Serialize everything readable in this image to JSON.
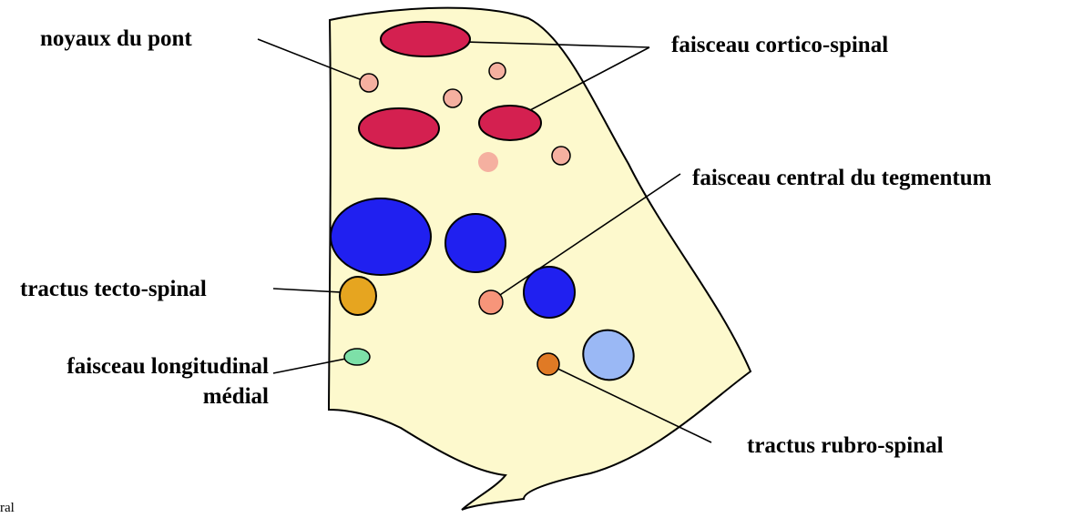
{
  "labels": {
    "noyaux_du_pont": "noyaux du pont",
    "faisceau_cortico_spinal": "faisceau cortico-spinal",
    "faisceau_central_du_tegmentum": "faisceau central du tegmentum",
    "tractus_tecto_spinal": "tractus tecto-spinal",
    "faisceau_longitudinal_line1": "faisceau longitudinal",
    "faisceau_longitudinal_line2": "médial",
    "tractus_rubro_spinal": "tractus rubro-spinal"
  },
  "corner_text": "ral",
  "colors": {
    "section_fill": "#fdf9cd",
    "outline": "#000000",
    "corticospinal": "#d42050",
    "pontine_nuclei": "#f5b0a0",
    "blue_tracts": "#2020f0",
    "tectospinal": "#e6a520",
    "central_tegmental": "#f7957a",
    "mlf": "#7de0a8",
    "rubrospinal": "#e07a25",
    "light_blue": "#9ab8f5"
  }
}
